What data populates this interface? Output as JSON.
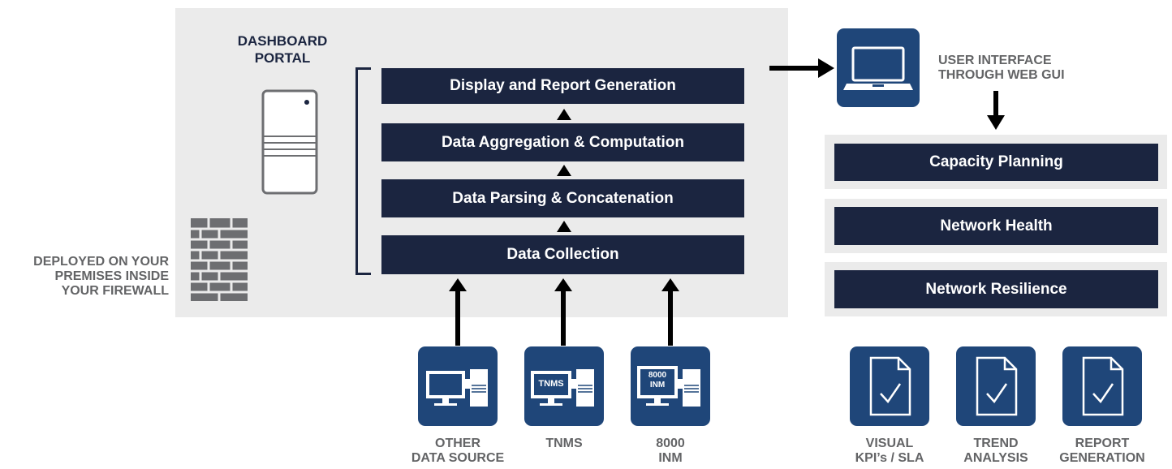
{
  "portal": {
    "title_line1": "DASHBOARD",
    "title_line2": "PORTAL"
  },
  "firewall": {
    "line1": "DEPLOYED ON YOUR",
    "line2": "PREMISES INSIDE",
    "line3": "YOUR FIREWALL"
  },
  "layers": [
    "Display and Report Generation",
    "Data Aggregation & Computation",
    "Data Parsing & Concatenation",
    "Data Collection"
  ],
  "user_interface": {
    "line1": "USER INTERFACE",
    "line2": "THROUGH WEB GUI"
  },
  "outcomes": [
    "Capacity Planning",
    "Network Health",
    "Network Resilience"
  ],
  "sources": [
    {
      "screen_text": "",
      "label_line1": "OTHER",
      "label_line2": "DATA SOURCE"
    },
    {
      "screen_text": "TNMS",
      "label_line1": "TNMS",
      "label_line2": ""
    },
    {
      "screen_text_line1": "8000",
      "screen_text_line2": "INM",
      "label_line1": "8000",
      "label_line2": "INM"
    }
  ],
  "reports": [
    {
      "label_line1": "VISUAL",
      "label_line2": "KPI’s / SLA"
    },
    {
      "label_line1": "TREND",
      "label_line2": "ANALYSIS"
    },
    {
      "label_line1": "REPORT",
      "label_line2": "GENERATION"
    }
  ],
  "colors": {
    "navy": "#1b2540",
    "icon_blue": "#1f4679",
    "panel_gray": "#ebebeb",
    "label_gray": "#636466"
  }
}
